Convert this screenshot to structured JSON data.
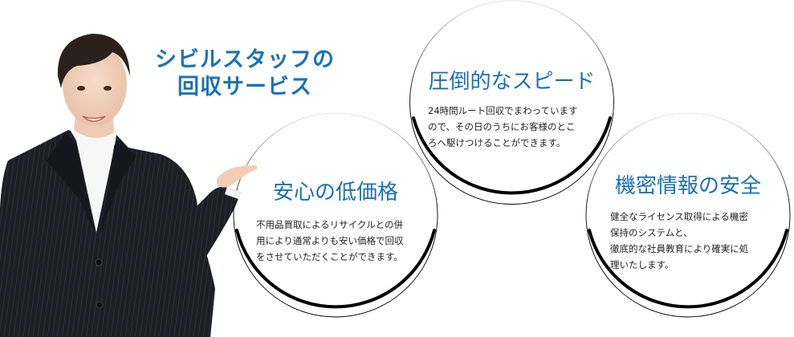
{
  "main_title": {
    "line1": "シビルスタッフの",
    "line2": "回収サービス"
  },
  "features": [
    {
      "id": "speed",
      "title": "圧倒的なスピード",
      "body": "24時間ルート回収でまわっています\nので、その日のうちにお客様のとこ\nろへ駆けつけることができます。"
    },
    {
      "id": "price",
      "title": "安心の低価格",
      "body": "不用品買取によるリサイクルとの併\n用により通常よりも安い価格で回収\nをさせていただくことができます。"
    },
    {
      "id": "security",
      "title": "機密情報の安全",
      "body": "健全なライセンス取得による機密\n保持のシステムと、\n徹底的な社員教育により確実に処\n理いたします。"
    }
  ],
  "colors": {
    "accent_blue": "#1a72b8",
    "text_dark": "#222222",
    "ring": "#000000"
  },
  "figure": {
    "description": "businesswoman-in-pinstripe-suit"
  }
}
